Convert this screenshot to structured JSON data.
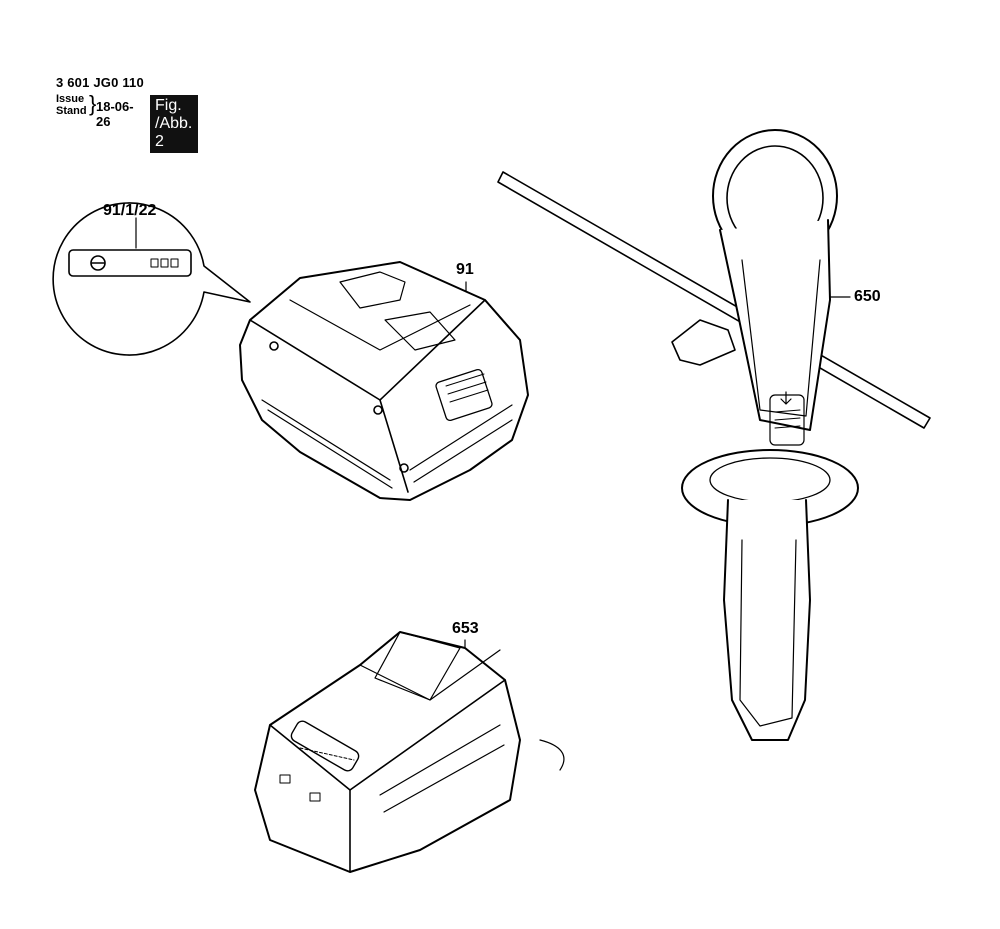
{
  "header": {
    "part_number": "3 601 JG0 110",
    "issue_label": "Issue",
    "stand_label": "Stand",
    "date": "18-06-26",
    "figure_label": "Fig. /Abb. 2"
  },
  "callouts": {
    "detail": "91/1/22",
    "battery": "91",
    "handle": "650",
    "charger": "653"
  }
}
